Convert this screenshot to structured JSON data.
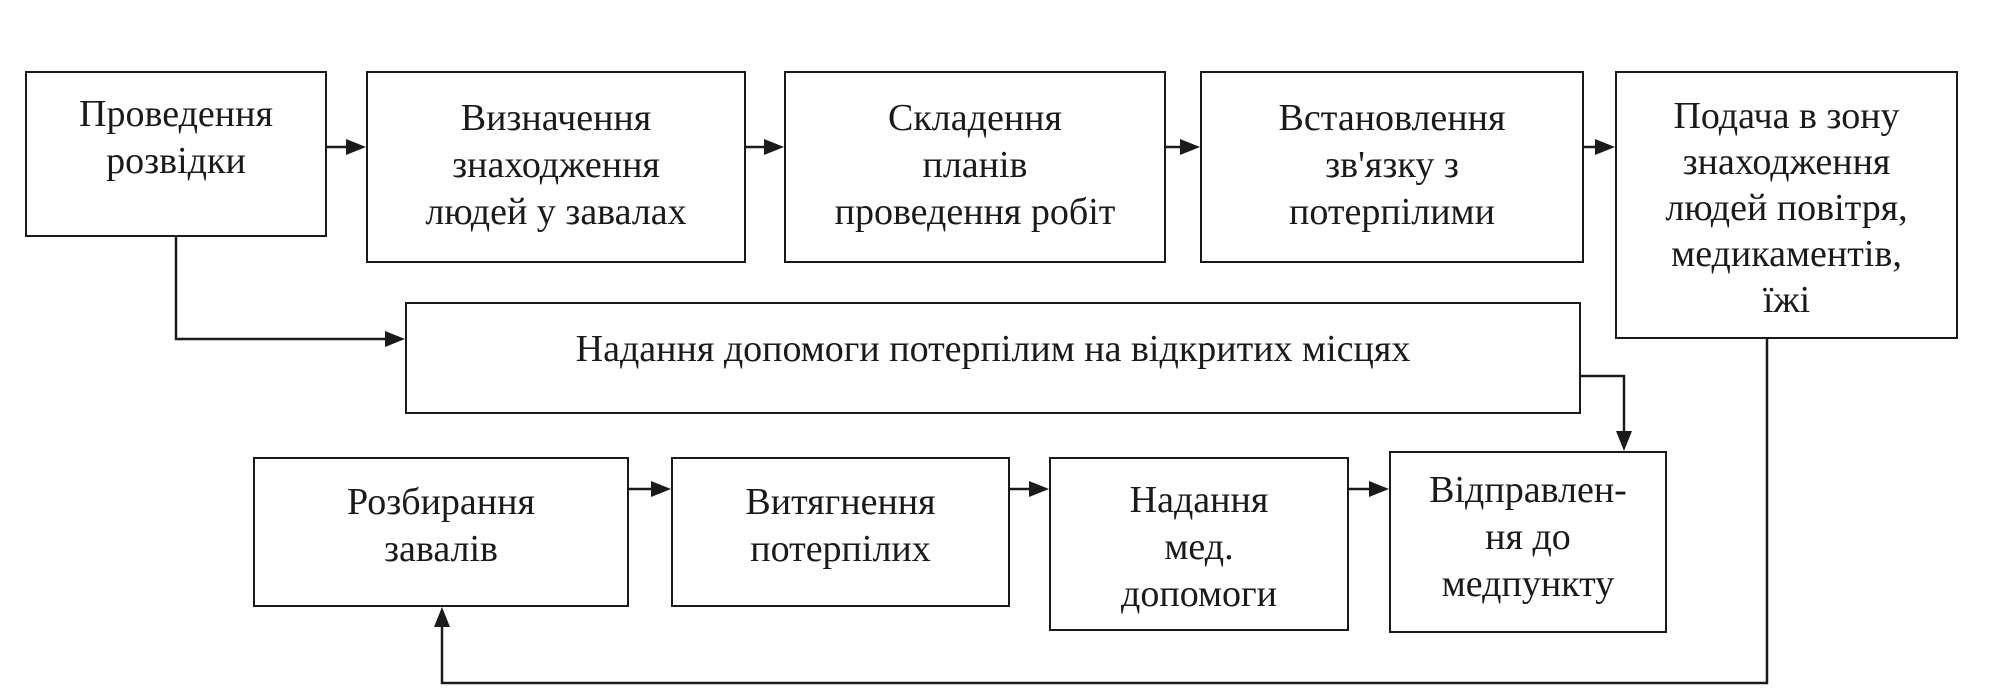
{
  "diagram": {
    "nodes": {
      "reconnaissance": "Проведення\nрозвідки",
      "locate_people": "Визначення\nзнаходження\nлюдей у завалах",
      "work_plans": "Складення\nпланів\nпроведення робіт",
      "establish_contact": "Встановлення\nзв'язку з\nпотерпілими",
      "supply": "Подача в зону\nзнаходження\nлюдей повітря,\nмедикаментів,\nїжі",
      "open_area_aid": "Надання допомоги потерпілим на відкритих місцях",
      "debris_removal": "Розбирання\nзавалів",
      "extraction": "Витягнення\nпотерпілих",
      "medical_aid": "Надання\nмед.\nдопомоги",
      "dispatch": "Відправлен-\nня до\nмедпункту"
    },
    "edges": [
      {
        "from": "reconnaissance",
        "to": "locate_people"
      },
      {
        "from": "locate_people",
        "to": "work_plans"
      },
      {
        "from": "work_plans",
        "to": "establish_contact"
      },
      {
        "from": "establish_contact",
        "to": "supply"
      },
      {
        "from": "reconnaissance",
        "to": "open_area_aid"
      },
      {
        "from": "open_area_aid",
        "to": "dispatch"
      },
      {
        "from": "supply",
        "to": "debris_removal"
      },
      {
        "from": "debris_removal",
        "to": "extraction"
      },
      {
        "from": "extraction",
        "to": "medical_aid"
      },
      {
        "from": "medical_aid",
        "to": "dispatch"
      }
    ]
  }
}
